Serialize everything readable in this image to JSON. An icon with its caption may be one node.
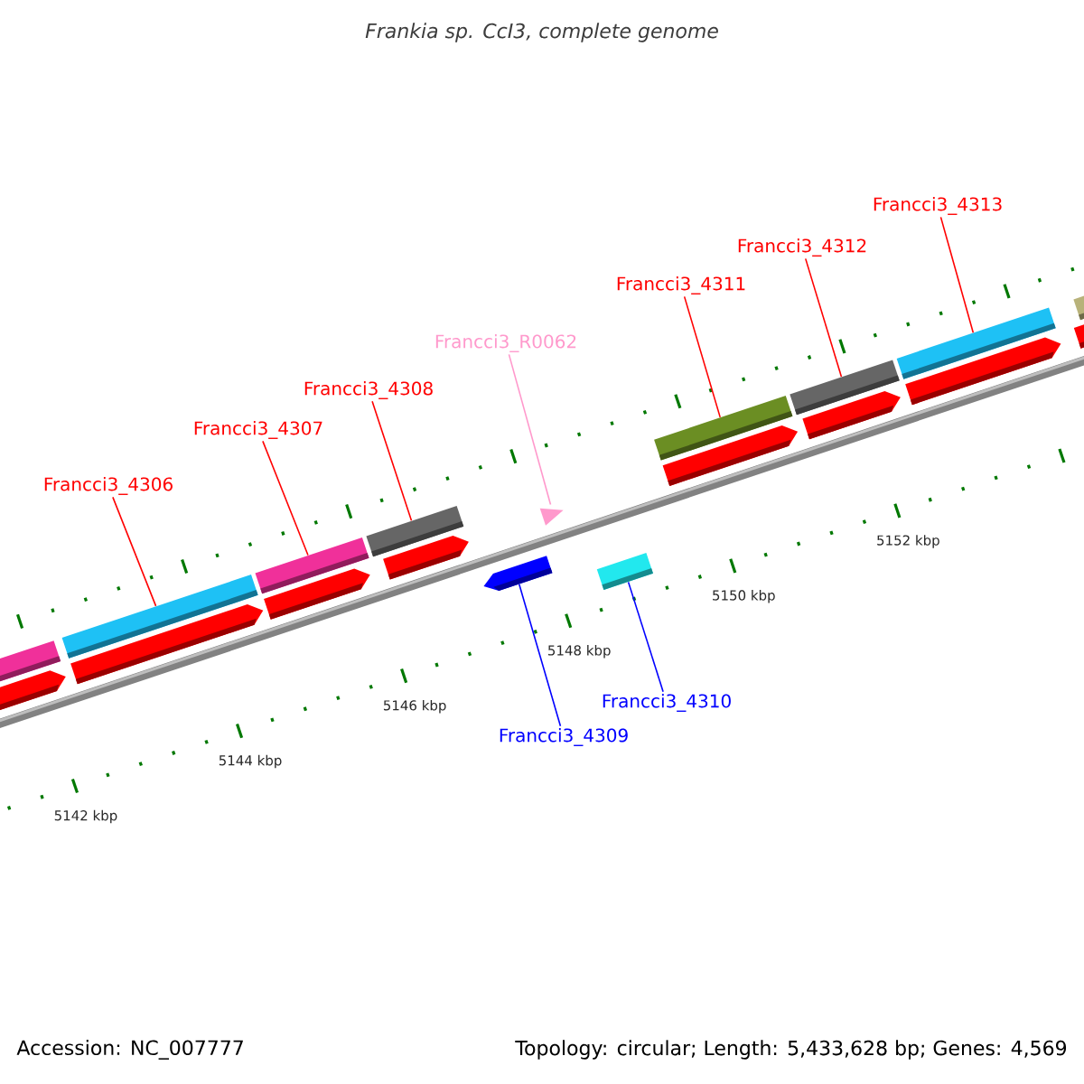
{
  "diagram": {
    "title": "Frankia sp. CcI3, complete genome",
    "nodes": [
      {
        "text": [
          "Francci3_4306"
        ]
      },
      {
        "text": [
          "Francci3_4307"
        ]
      },
      {
        "text": [
          "Francci3_4308"
        ]
      },
      {
        "text": [
          "Francci3_R0062"
        ]
      },
      {
        "text": [
          "Francci3_4309"
        ]
      },
      {
        "text": [
          "Francci3_4310"
        ]
      },
      {
        "text": [
          "Francci3_4311"
        ]
      },
      {
        "text": [
          "Francci3_4312"
        ]
      },
      {
        "text": [
          "Francci3_4313"
        ]
      },
      {
        "text": [],
        "shape": "bar"
      },
      {
        "text": [],
        "shape": "bar"
      },
      {
        "text": [],
        "shape": "bar"
      },
      {
        "text": [],
        "shape": "triangle"
      },
      {
        "text": [],
        "shape": "arrow"
      },
      {
        "text": [],
        "shape": "bar"
      },
      {
        "text": [],
        "shape": "bar"
      },
      {
        "text": [],
        "shape": "bar"
      },
      {
        "text": [],
        "shape": "bar"
      }
    ],
    "edges": [
      {
        "from": 0,
        "to": 9,
        "arrow": "none"
      },
      {
        "from": 1,
        "to": 10,
        "arrow": "none"
      },
      {
        "from": 2,
        "to": 11,
        "arrow": "none"
      },
      {
        "from": 3,
        "to": 12,
        "arrow": "none",
        "color": "#ff99cc"
      },
      {
        "from": 4,
        "to": 13,
        "arrow": "none",
        "color": "#0000ff"
      },
      {
        "from": 5,
        "to": 14,
        "arrow": "none",
        "color": "#0000ff"
      },
      {
        "from": 6,
        "to": 15,
        "arrow": "none"
      },
      {
        "from": 7,
        "to": 16,
        "arrow": "none"
      },
      {
        "from": 8,
        "to": 17,
        "arrow": "none"
      }
    ],
    "labels": [
      "5152 kbp",
      "5150 kbp",
      "5148 kbp",
      "5146 kbp",
      "5144 kbp",
      "5142 kbp",
      "Accession: NC_007777",
      "Topology: circular; Length: 5,433,628 bp; Genes: 4,569"
    ]
  }
}
